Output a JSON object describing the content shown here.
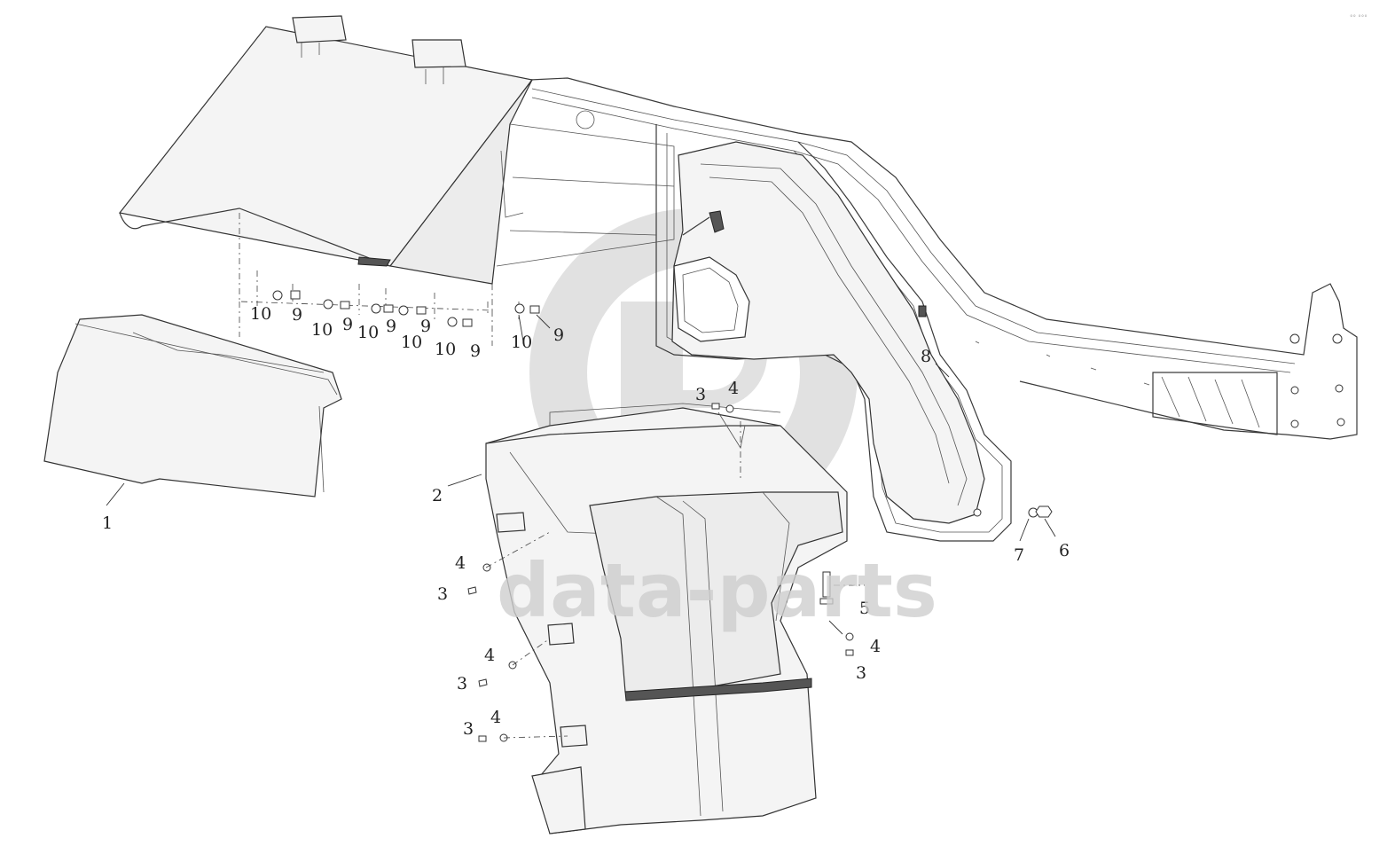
{
  "watermark": {
    "text": "data-parts",
    "color": "#cfcfcf"
  },
  "corner_mark": "°° °°°",
  "callouts": [
    {
      "id": "c1",
      "label": "1"
    },
    {
      "id": "c2",
      "label": "2"
    },
    {
      "id": "c3a",
      "label": "3"
    },
    {
      "id": "c4a",
      "label": "4"
    },
    {
      "id": "c3b",
      "label": "3"
    },
    {
      "id": "c4b",
      "label": "4"
    },
    {
      "id": "c3c",
      "label": "3"
    },
    {
      "id": "c4c",
      "label": "4"
    },
    {
      "id": "c3d",
      "label": "3"
    },
    {
      "id": "c4d",
      "label": "4"
    },
    {
      "id": "c5",
      "label": "5"
    },
    {
      "id": "c4e",
      "label": "4"
    },
    {
      "id": "c3e",
      "label": "3"
    },
    {
      "id": "c6",
      "label": "6"
    },
    {
      "id": "c7",
      "label": "7"
    },
    {
      "id": "c8",
      "label": "8"
    },
    {
      "id": "c10a",
      "label": "10"
    },
    {
      "id": "c9a",
      "label": "9"
    },
    {
      "id": "c10b",
      "label": "10"
    },
    {
      "id": "c9b",
      "label": "9"
    },
    {
      "id": "c10c",
      "label": "10"
    },
    {
      "id": "c9c",
      "label": "9"
    },
    {
      "id": "c10d",
      "label": "10"
    },
    {
      "id": "c9d",
      "label": "9"
    },
    {
      "id": "c10e",
      "label": "10"
    },
    {
      "id": "c9e",
      "label": "9"
    },
    {
      "id": "c10f",
      "label": "10"
    },
    {
      "id": "c9f",
      "label": "9"
    }
  ]
}
